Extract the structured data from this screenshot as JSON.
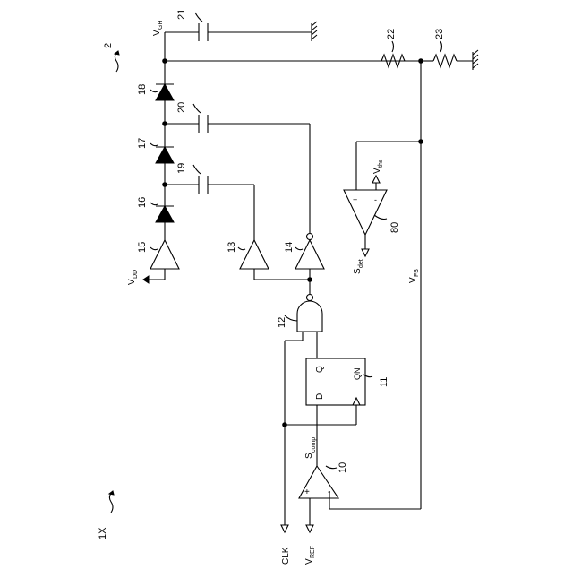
{
  "figure": {
    "ref_1x": "1X",
    "ref_2": "2",
    "components": {
      "comparator": "10",
      "flipflop": "11",
      "and_gate": "12",
      "buffer_13": "13",
      "inverter_14": "14",
      "buffer_15": "15",
      "diode_16": "16",
      "diode_17": "17",
      "diode_18": "18",
      "cap_19": "19",
      "cap_20": "20",
      "cap_21": "21",
      "res_22": "22",
      "res_23": "23",
      "detector": "80"
    },
    "pins": {
      "d": "D",
      "q": "Q",
      "qn": "QN",
      "plus": "+",
      "minus": "-"
    },
    "signals": {
      "clk": "CLK",
      "vref": "V",
      "vref_sub": "REF",
      "vdd": "V",
      "vdd_sub": "DD",
      "vgh": "V",
      "vgh_sub": "GH",
      "vfb": "V",
      "vfb_sub": "FB",
      "vths": "V",
      "vths_sub": "ths",
      "scomp": "S",
      "scomp_sub": "comp",
      "sdet": "S",
      "sdet_sub": "det"
    }
  }
}
